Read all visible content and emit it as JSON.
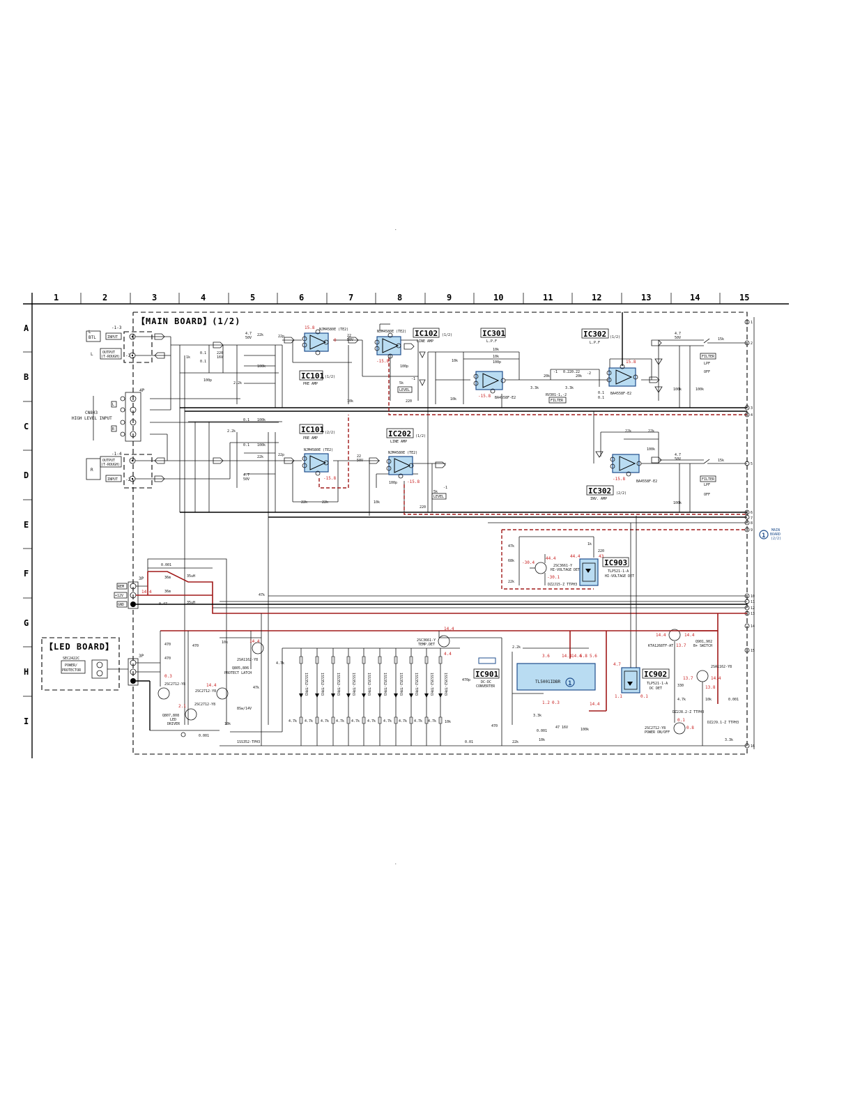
{
  "page_marks": {
    "top_dot": ".",
    "bottom_dot": "."
  },
  "grid": {
    "columns": [
      "1",
      "2",
      "3",
      "4",
      "5",
      "6",
      "7",
      "8",
      "9",
      "10",
      "11",
      "12",
      "13",
      "14",
      "15"
    ],
    "rows": [
      "A",
      "B",
      "C",
      "D",
      "E",
      "F",
      "G",
      "H",
      "I"
    ]
  },
  "boards": {
    "main": "【MAIN BOARD】(1/2)",
    "led": "【LED BOARD】"
  },
  "ics": {
    "ic101a": {
      "name": "IC101",
      "part": "(1/2)",
      "desc": "PRE AMP",
      "chip": "NJM4580E (TE2)"
    },
    "ic101b": {
      "name": "IC101",
      "part": "(2/2)",
      "desc": "PRE AMP",
      "chip": "NJM4580E (TE2)"
    },
    "ic102": {
      "name": "IC102",
      "part": "(1/2)",
      "desc": "LINE AMP",
      "chip": "NJM4580E (TE2)"
    },
    "ic202": {
      "name": "IC202",
      "part": "(1/2)",
      "desc": "LINE AMP",
      "chip": "NJM4580E (TE2)"
    },
    "ic301": {
      "name": "IC301",
      "desc": "L.P.F",
      "chip": "BA4558F-E2"
    },
    "ic302a": {
      "name": "IC302",
      "part": "(1/2)",
      "desc": "L.P.F",
      "chip": "BA4558F-E2"
    },
    "ic302b": {
      "name": "IC302",
      "part": "(2/2)",
      "desc": "INV. AMP",
      "chip": "BA4558F-E2"
    },
    "ic901": {
      "name": "IC901",
      "desc1": "DC-DC",
      "desc2": "CONVERTER",
      "chip": "TL5001IDBR"
    },
    "ic902": {
      "name": "IC902",
      "chip": "TLP521-1-A",
      "desc": "DC DET"
    },
    "ic903": {
      "name": "IC903",
      "chip": "TLP521-1-A",
      "desc": "HI-VOLTAGE DET"
    }
  },
  "connectors": {
    "in_l": {
      "tag": "INPUT",
      "ch": "L",
      "grp": "BTL"
    },
    "out_l": {
      "tag": "OUTPUT",
      "sub": "(T-ROUGH)",
      "ch": "L"
    },
    "cnb": {
      "title": "CN803",
      "sub": "HIGH LEVEL INPUT",
      "pins": "4P"
    },
    "out_r": {
      "tag": "OUTPUT",
      "sub": "(T-ROUGH)",
      "ch": "R"
    },
    "in_r": {
      "tag": "INPUT"
    },
    "pwr": {
      "pins": "3P",
      "rem": "REM",
      "v12": "+12V",
      "gnd": "GND"
    },
    "led": {
      "pins": "3P",
      "part": "SEC2422C",
      "desc1": "POWER/",
      "desc2": "PROTECTOR"
    },
    "jack_nums": {
      "l_in": "-1-3",
      "l_out": "-3",
      "r_in": "-1-4",
      "r_out": "-2"
    },
    "right_pins": [
      "1",
      "2",
      "3",
      "4",
      "5",
      "6",
      "7",
      "8",
      "9",
      "10",
      "11",
      "12",
      "13",
      "14",
      "15",
      "16"
    ],
    "to_main": {
      "num": "1",
      "label1": "MAIN",
      "label2": "BOARD",
      "label3": "(2/2)"
    }
  },
  "switches": {
    "filter_top": {
      "label": "FILTER",
      "on": "LPF",
      "off": "OFF"
    },
    "filter_bot": {
      "label": "FILTER",
      "on": "LPF",
      "off": "OFF"
    },
    "level_top": "LEVEL",
    "level_bot": "LEVEL",
    "filter_knob": "FILTER",
    "rv301": "RV301-1,-2"
  },
  "transistors": {
    "q901": {
      "part": "2SC3661-Y",
      "desc": "HI-VOLTAGE DET"
    },
    "q902": {
      "part": "2SA1162-Y8",
      "desc": "B+ SWITCH",
      "label": "Q901,902"
    },
    "q903": {
      "part": "2SC2712-Y8",
      "desc": "POWER ON/OFF"
    },
    "q904": {
      "part": "2SC3661-Y",
      "desc": "TEMP.DET"
    },
    "q805": {
      "part": "2SA1162-Y8",
      "desc1": "Q805,806",
      "desc2": "PROTECT LATCH"
    },
    "q806": {
      "part": "2SC2712-Y8"
    },
    "q807": {
      "part": "2SC2712-Y8",
      "desc1": "Q807,808",
      "desc2": "LED",
      "desc3": "DRIVER"
    },
    "q808": {
      "part": "2SC2712-Y8"
    },
    "q905": {
      "part": "KTA1268TF-AT"
    }
  },
  "voltages": {
    "ic101a_top": "15.8",
    "ic101a_b": "0",
    "ic102_b": "-15.8",
    "ic302a_top": "15.8",
    "ic301_b": "-15.8",
    "ic101b_b": "-15.8",
    "ic202_b": "-15.8",
    "ic302b_b": "-15.8",
    "q901_c": "44.4",
    "q901_b": "-30.4",
    "q901_e": "-30.1",
    "ic903_a": "44.4",
    "ic903_b": "43",
    "rem": "14.4",
    "q805": "14.4",
    "q806": "14.4",
    "q807_b": "0.3",
    "q808_b": "2.1",
    "q904_c": "14.4",
    "q904_b": "4.4",
    "ic901_p": [
      "3.6",
      "14.4",
      "14.4",
      "5.8",
      "5.6"
    ],
    "q905_e": "14.4",
    "q905_c": "14.4",
    "q905_b": "13.7",
    "q902_e": "13.7",
    "q902_c": "13.8",
    "q902_b": "14.4",
    "ic902_a": "4.7",
    "ic902_b": "1.1",
    "ic902_c": "0.1",
    "q903_c": "0.1",
    "q903_b": "0.8",
    "ic901_b1": "1.2",
    "ic901_b2": "0.3",
    "ic901_b3": "14.4"
  },
  "components": {
    "caps_top": [
      "4.7",
      "50V",
      "0.1",
      "0.1",
      "220",
      "16V",
      "2.2k",
      "100k",
      "22k",
      "22p",
      "22",
      "50V",
      "1k",
      "5k",
      "-1",
      "220",
      "100p",
      "10k",
      "100p",
      "10k",
      "0.22",
      "100k",
      "0.1",
      "4.7",
      "50V",
      "100k",
      "15k"
    ],
    "caps_bot": [
      "0.1",
      "100k",
      "2.2k",
      "0.1",
      "4.7",
      "50V",
      "100k",
      "22k",
      "22p",
      "22",
      "50V",
      "100p",
      "22k",
      "22k",
      "10k",
      "220",
      "5k",
      "-1",
      "22k",
      "22k",
      "100k",
      "4.7",
      "50V",
      "100k",
      "15k"
    ],
    "res_misc": [
      "47k",
      "68k",
      "22k",
      "220",
      "1k",
      "2.2k",
      "0.47",
      "0.001",
      "36m",
      "36m",
      "35uH",
      "35uH",
      "470",
      "470",
      "470",
      "10k",
      "47k",
      "47k",
      "1SS352-TPH3",
      "10k",
      "0.001",
      "0.01",
      "3.3k",
      "0.001",
      "47 16V",
      "100k",
      "22k",
      "10k",
      "470",
      "330",
      "10k",
      "0.001",
      "3.3k",
      "4.7k",
      "10k",
      "470p",
      "8Sw/14V"
    ],
    "diodes": [
      "DZ2J15-Z TTPH3",
      "1SS352-TPH3",
      "DZ2J8.2-Z TTPH3",
      "DZ2J9.1-Z TTPH3"
    ],
    "diode_array_label": "1SS352-TPH3",
    "res_4k7": "4.7k",
    "freq_labels": [
      "10k",
      "10k",
      "100p",
      "10k",
      "-1",
      "-2",
      "20k",
      "20k",
      "3.3k",
      "3.3k",
      "0.22",
      "0.1"
    ]
  }
}
